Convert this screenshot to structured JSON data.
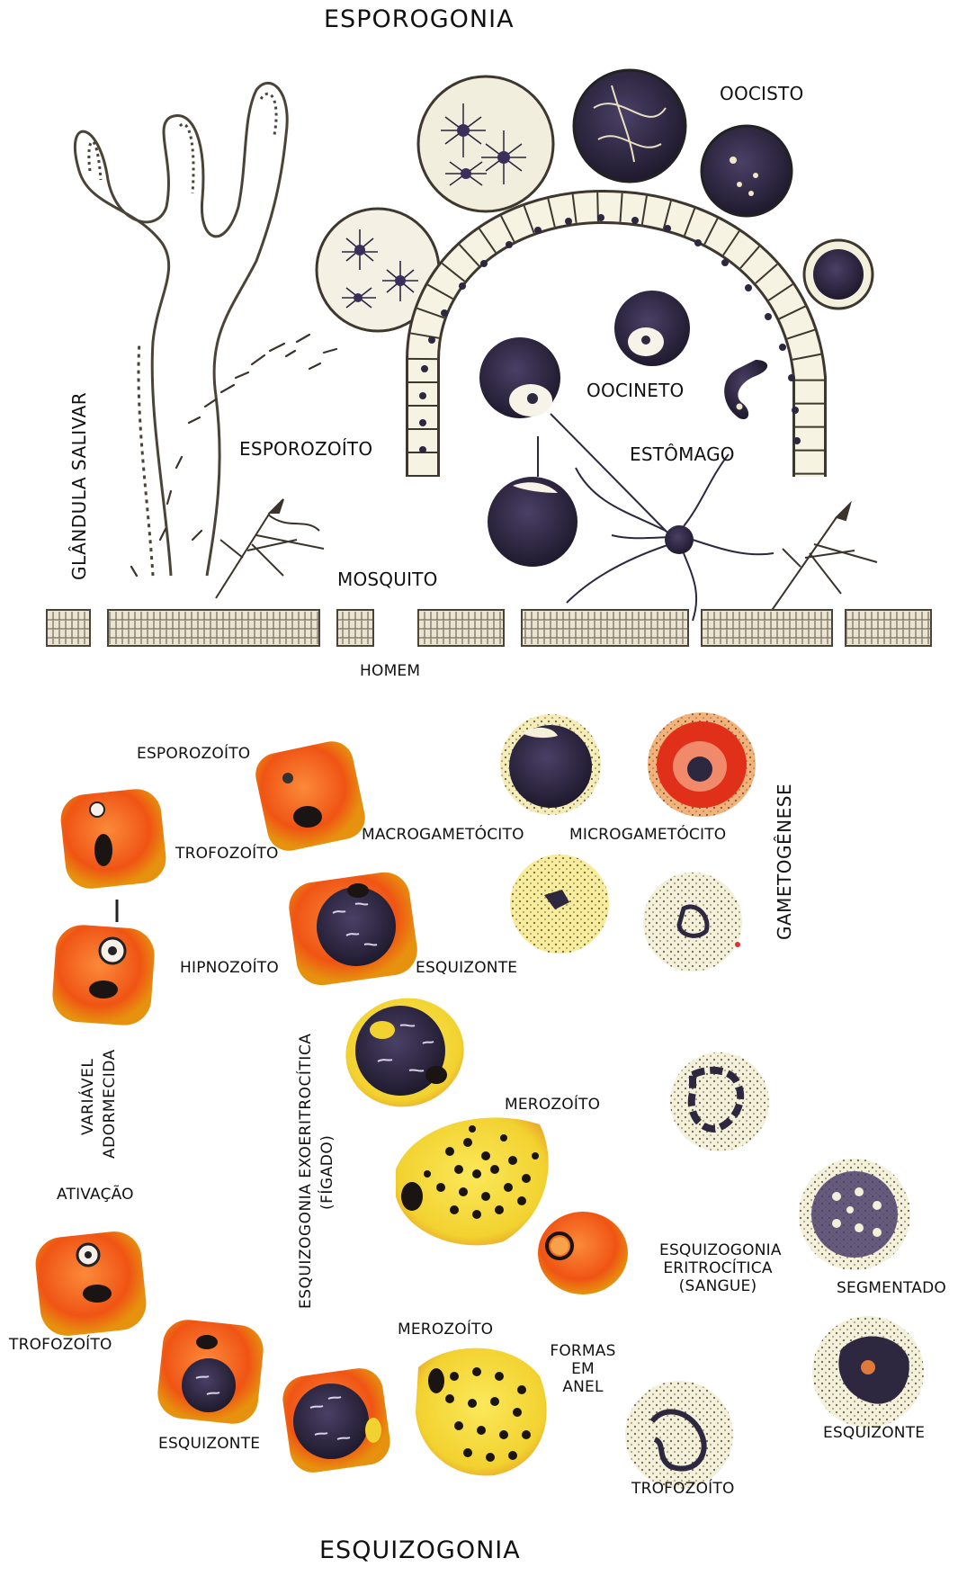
{
  "titles": {
    "top": "ESPOROGONIA",
    "bottom": "ESQUIZOGONIA"
  },
  "mosquito_labels": {
    "salivary_gland": "GLÂNDULA SALIVAR",
    "sporozoite": "ESPOROZOÍTO",
    "oocyst": "OOCISTO",
    "ookinete": "OOCINETO",
    "stomach": "ESTÔMAGO",
    "mosquito": "MOSQUITO",
    "human": "HOMEM"
  },
  "gametogenesis_labels": {
    "section": "GAMETOGÊNESE",
    "macrogametocyte": "MACROGAMETÓCITO",
    "microgametocyte": "MICROGAMETÓCITO"
  },
  "liver_labels": {
    "sporozoite": "ESPOROZOÍTO",
    "trophozoite": "TROFOZOÍTO",
    "hypnozoite": "HIPNOZOÍTO",
    "schizont": "ESQUIZONTE",
    "dormant_line1": "VARIÁVEL",
    "dormant_line2": "ADORMECIDA",
    "exo_line1": "ESQUIZOGONIA EXOERITROCÍTICA",
    "exo_line2": "(FÍGADO)",
    "merozoite": "MEROZOÍTO",
    "activation": "ATIVAÇÃO",
    "trophozoite_2": "TROFOZOÍTO",
    "schizont_2": "ESQUIZONTE",
    "merozoite_2": "MEROZOÍTO"
  },
  "blood_labels": {
    "eryth_line1": "ESQUIZOGONIA",
    "eryth_line2": "ERITROCÍTICA",
    "eryth_line3": "(SANGUE)",
    "segmented": "SEGMENTADO",
    "ring_line1": "FORMAS",
    "ring_line2": "EM",
    "ring_line3": "ANEL",
    "schizont": "ESQUIZONTE",
    "trophozoite": "TROFOZOÍTO"
  },
  "colors": {
    "ink": "#2b2622",
    "sketch": "#4a4338",
    "cell_fill": "#f6f3e3",
    "parasite_dark": "#2d2840",
    "parasite_mid": "#4b3f6a",
    "orange_cell": "#f05a16",
    "orange_hi": "#f98030",
    "yellow_cell": "#f7dc3a",
    "yellow_edge": "#e8a020",
    "stipple": "#7a6a3e",
    "micro_red": "#e02a18"
  }
}
